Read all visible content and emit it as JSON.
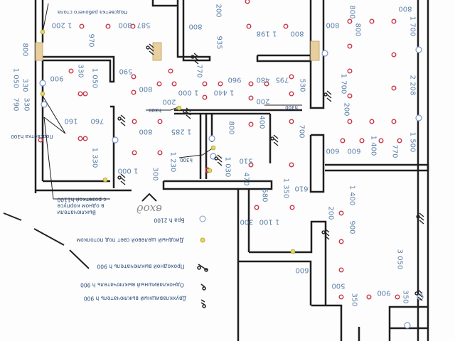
{
  "notes": {
    "desk_light": "Подсветка рабочего стола",
    "light_h300": "Подсветка h300",
    "h300_a": "h300",
    "h300_b": "h300",
    "h300_c": "h300",
    "entrance": "вход"
  },
  "legend": {
    "combo": [
      "Выключатели",
      "в одном корпусе",
      "с розеткой h1100"
    ],
    "sconce": "Бра h 2100",
    "led_slot": "Диодный щелевой свет под потолком",
    "pass_switch": "Проходной выключатель h 900",
    "single_switch": "Одноклавишный выключатель h 900",
    "double_switch": "Двухклавишный выключатель h 900"
  },
  "dims": [
    "1 200",
    "800",
    "587",
    "970",
    "800",
    "200",
    "800",
    "935",
    "590",
    "330",
    "1 050",
    "900",
    "1 050",
    "330",
    "330",
    "790",
    "800",
    "1 000",
    "200",
    "760",
    "160",
    "800",
    "1 285",
    "1 330",
    "1 230",
    "1 000",
    "300",
    "1 198",
    "800",
    "770",
    "1 440",
    "960",
    "480",
    "795",
    "530",
    "200",
    "800",
    "400",
    "700",
    "1 030",
    "510",
    "470",
    "1 350",
    "610",
    "580",
    "1 100",
    "300",
    "600",
    "800",
    "800",
    "800",
    "800",
    "1 700",
    "1 700",
    "200",
    "2 208",
    "600",
    "600",
    "1 400",
    "770",
    "1 500",
    "1 400",
    "200",
    "900",
    "3 050",
    "500",
    "900",
    "350",
    "350"
  ],
  "colors": {
    "wall": "#1e1e1e",
    "dimension": "#5a7fa8",
    "spot": "#c8384a",
    "led": "#d8c95a",
    "sconce": "#7f97c4",
    "door": "#e8cf9e"
  }
}
